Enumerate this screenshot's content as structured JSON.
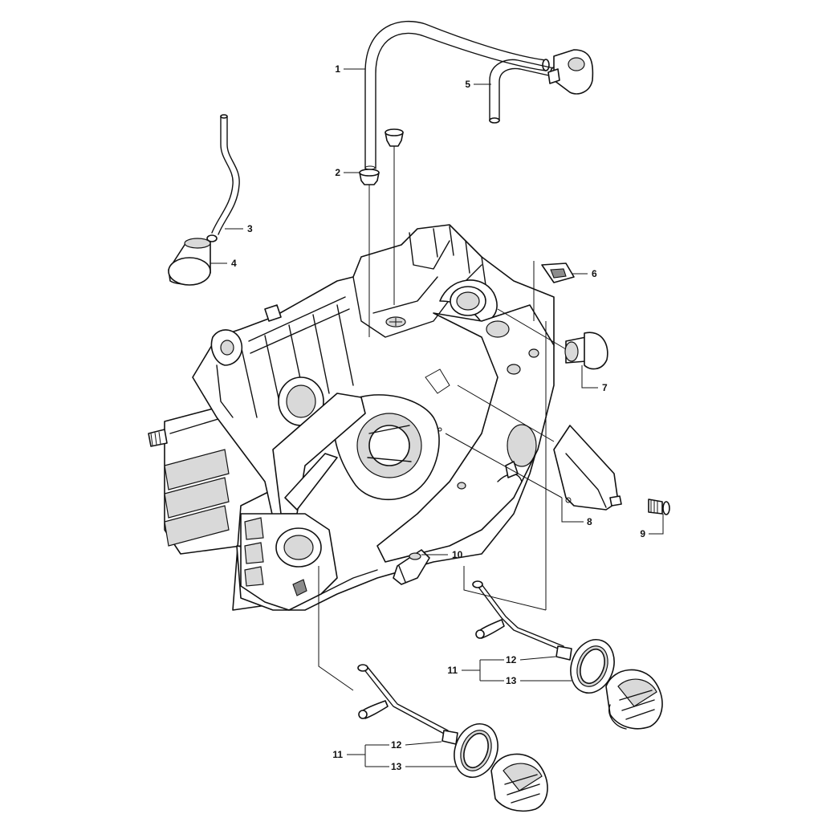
{
  "callouts": [
    "1",
    "2",
    "3",
    "4",
    "5",
    "6",
    "7",
    "8",
    "9",
    "10",
    "11",
    "12",
    "13",
    "11",
    "12",
    "13"
  ]
}
